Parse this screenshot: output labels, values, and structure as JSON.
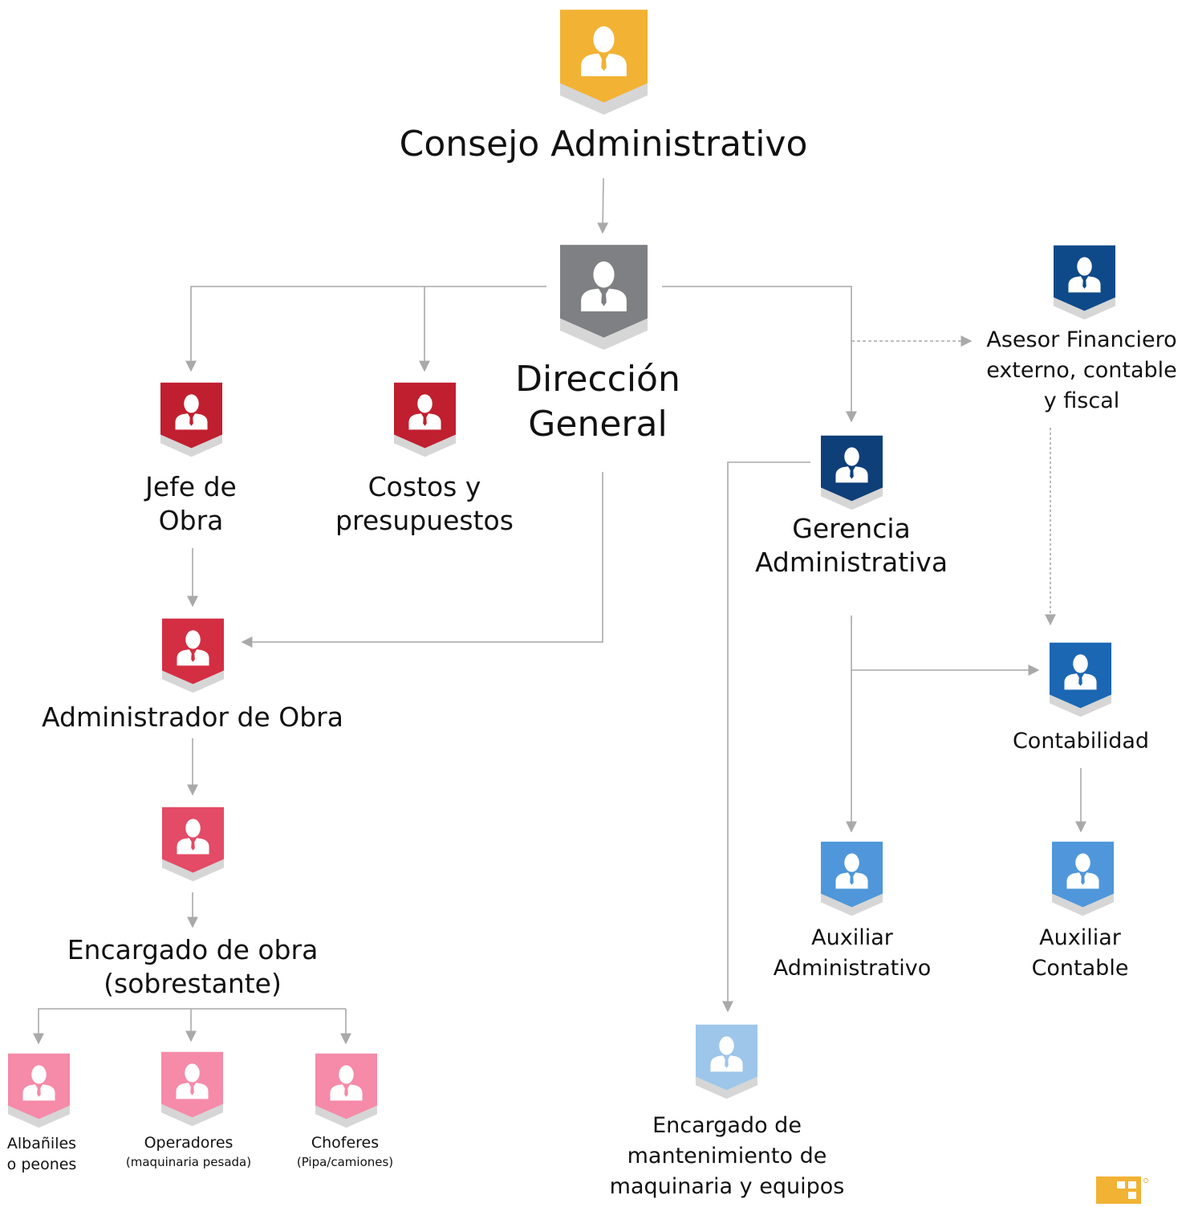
{
  "colors": {
    "line": "#a9a9a9",
    "icon_person": "#ffffff"
  },
  "nodes": {
    "consejo": {
      "label": [
        "Consejo Administrativo"
      ],
      "color": "#f2b233",
      "icon": "person-badge-icon"
    },
    "direccion": {
      "label": [
        "Dirección",
        "General"
      ],
      "color": "#7f8083",
      "icon": "person-badge-icon"
    },
    "jefe_obra": {
      "label": [
        "Jefe de",
        "Obra"
      ],
      "color": "#c01f2f",
      "icon": "person-badge-icon"
    },
    "costos": {
      "label": [
        "Costos y",
        "presupuestos"
      ],
      "color": "#c01f2f",
      "icon": "person-badge-icon"
    },
    "administrador_obra": {
      "label": [
        "Administrador de Obra"
      ],
      "color": "#d42e43",
      "icon": "person-badge-icon"
    },
    "encargado_obra": {
      "label": [
        "Encargado de obra",
        "(sobrestante)"
      ],
      "color": "#e34b66",
      "icon": "person-badge-icon"
    },
    "albaniles": {
      "label": [
        "Albañiles",
        "o peones"
      ],
      "color": "#f58aa9",
      "icon": "person-badge-icon"
    },
    "operadores": {
      "label": [
        "Operadores"
      ],
      "note": "(maquinaria pesada)",
      "color": "#f58aa9",
      "icon": "person-badge-icon"
    },
    "choferes": {
      "label": [
        "Choferes"
      ],
      "note": "(Pipa/camiones)",
      "color": "#f58aa9",
      "icon": "person-badge-icon"
    },
    "asesor": {
      "label": [
        "Asesor Financiero",
        "externo, contable",
        "y fiscal"
      ],
      "color": "#0e4a8a",
      "icon": "person-badge-icon"
    },
    "gerencia": {
      "label": [
        "Gerencia",
        "Administrativa"
      ],
      "color": "#0e3f78",
      "icon": "person-badge-icon"
    },
    "contabilidad": {
      "label": [
        "Contabilidad"
      ],
      "color": "#1b67b3",
      "icon": "person-badge-icon"
    },
    "aux_administrativo": {
      "label": [
        "Auxiliar",
        "Administrativo"
      ],
      "color": "#4f97da",
      "icon": "person-badge-icon"
    },
    "aux_contable": {
      "label": [
        "Auxiliar",
        "Contable"
      ],
      "color": "#4f97da",
      "icon": "person-badge-icon"
    },
    "mantenimiento": {
      "label": [
        "Encargado de",
        "mantenimiento de",
        "maquinaria y equipos"
      ],
      "color": "#9ec6ea",
      "icon": "person-badge-icon"
    }
  },
  "logo": {
    "icon": "company-logo-icon",
    "color": "#f2b233"
  }
}
